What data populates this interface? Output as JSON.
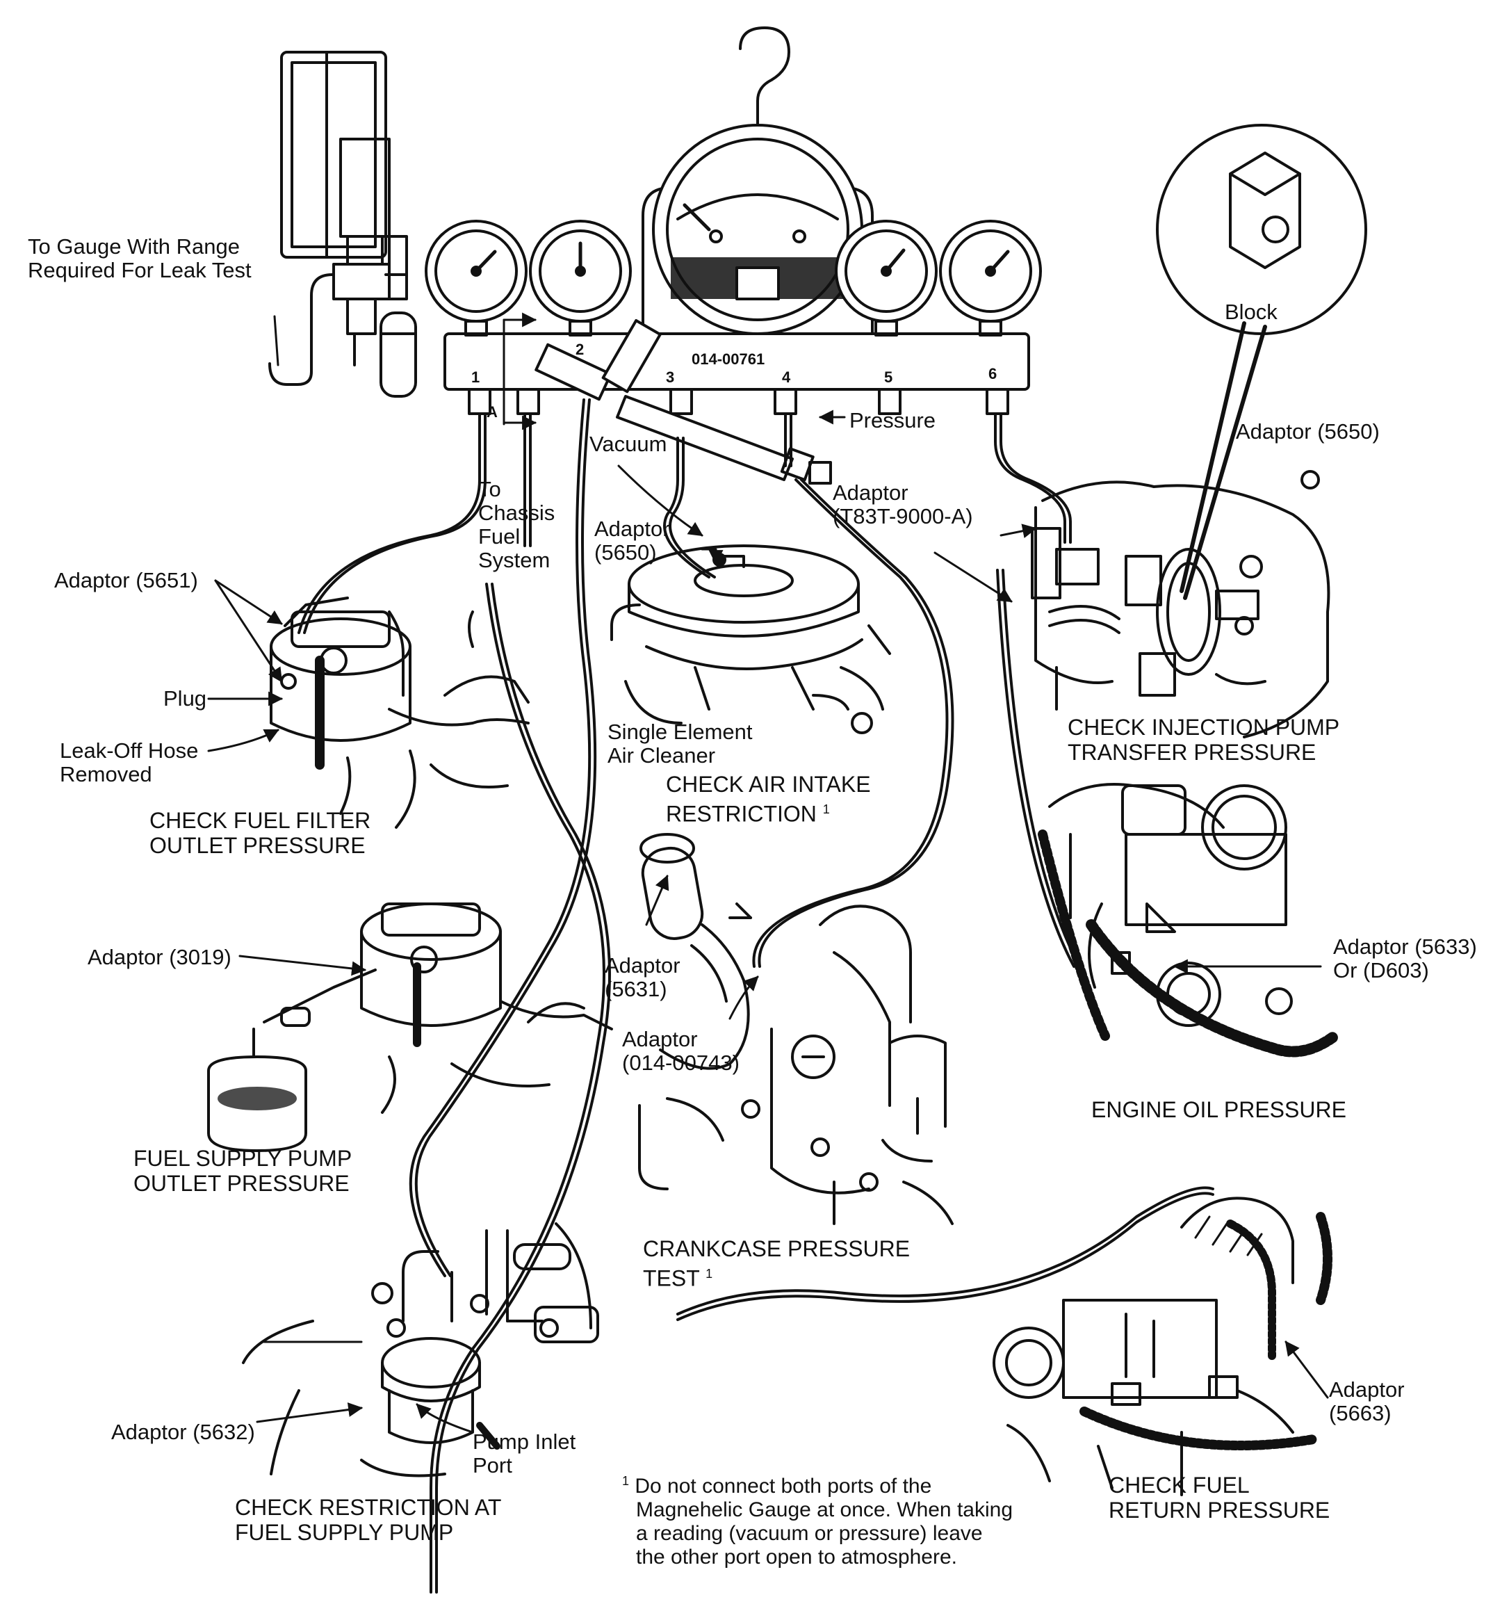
{
  "manifold": {
    "model": "014-00761",
    "ports": [
      "1",
      "2",
      "3",
      "4",
      "5",
      "6"
    ],
    "port_marker": "A"
  },
  "labels": {
    "leak_test": [
      "To Gauge With Range",
      "Required For Leak Test"
    ],
    "block": "Block",
    "pressure": "Pressure",
    "vacuum": "Vacuum",
    "chassis": [
      "To",
      "Chassis",
      "Fuel",
      "System"
    ],
    "adaptor_5650_top": "Adaptor (5650)",
    "adaptor_t83t": [
      "Adaptor",
      "(T83T-9000-A)"
    ],
    "adaptor_5650_air": [
      "Adaptor",
      "(5650)"
    ],
    "adaptor_5651": "Adaptor (5651)",
    "plug": "Plug",
    "leak_off": [
      "Leak-Off Hose",
      "Removed"
    ],
    "single_element": [
      "Single Element",
      "Air Cleaner"
    ],
    "adaptor_3019": "Adaptor (3019)",
    "adaptor_5631": [
      "Adaptor",
      "(5631)"
    ],
    "adaptor_014": [
      "Adaptor",
      "(014-00743)"
    ],
    "adaptor_5633": [
      "Adaptor (5633)",
      "Or (D603)"
    ],
    "adaptor_5632": "Adaptor (5632)",
    "pump_inlet": [
      "Pump Inlet",
      "Port"
    ],
    "adaptor_5663": [
      "Adaptor",
      "(5663)"
    ]
  },
  "captions": {
    "fuel_filter": [
      "CHECK FUEL FILTER",
      "OUTLET PRESSURE"
    ],
    "air_intake": [
      "CHECK AIR INTAKE",
      "RESTRICTION"
    ],
    "injection_pump": [
      "CHECK INJECTION PUMP",
      "TRANSFER PRESSURE"
    ],
    "supply_pump": [
      "FUEL SUPPLY PUMP",
      "OUTLET PRESSURE"
    ],
    "oil": "ENGINE OIL PRESSURE",
    "crankcase": [
      "CRANKCASE PRESSURE",
      "TEST"
    ],
    "restriction": [
      "CHECK RESTRICTION AT",
      "FUEL SUPPLY PUMP"
    ],
    "return": [
      "CHECK FUEL",
      "RETURN PRESSURE"
    ]
  },
  "footnote": {
    "mark": "1",
    "lines": [
      "Do not connect both ports of the",
      "Magnehelic Gauge at once. When taking",
      "a reading (vacuum or pressure) leave",
      "the other port open to atmosphere."
    ]
  }
}
